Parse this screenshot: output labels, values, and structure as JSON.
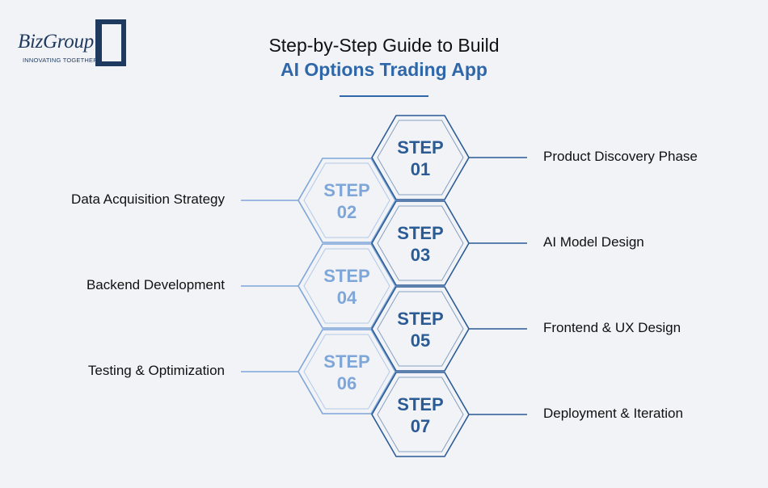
{
  "logo": {
    "wordmark": "BizGroup",
    "tagline": "INNOVATING TOGETHER"
  },
  "title": {
    "line1": "Step-by-Step Guide to Build",
    "line2": "AI Options Trading App"
  },
  "colors": {
    "dark_blue": "#2b5b95",
    "light_blue": "#7ea6d8",
    "title_accent": "#2f67a8",
    "background": "#f2f3f7"
  },
  "steps": [
    {
      "word": "STEP",
      "num": "01",
      "label": "Product Discovery Phase",
      "side": "right"
    },
    {
      "word": "STEP",
      "num": "02",
      "label": "Data Acquisition Strategy",
      "side": "left"
    },
    {
      "word": "STEP",
      "num": "03",
      "label": "AI Model Design",
      "side": "right"
    },
    {
      "word": "STEP",
      "num": "04",
      "label": "Backend Development",
      "side": "left"
    },
    {
      "word": "STEP",
      "num": "05",
      "label": "Frontend & UX Design",
      "side": "right"
    },
    {
      "word": "STEP",
      "num": "06",
      "label": "Testing & Optimization",
      "side": "left"
    },
    {
      "word": "STEP",
      "num": "07",
      "label": "Deployment & Iteration",
      "side": "right"
    }
  ]
}
